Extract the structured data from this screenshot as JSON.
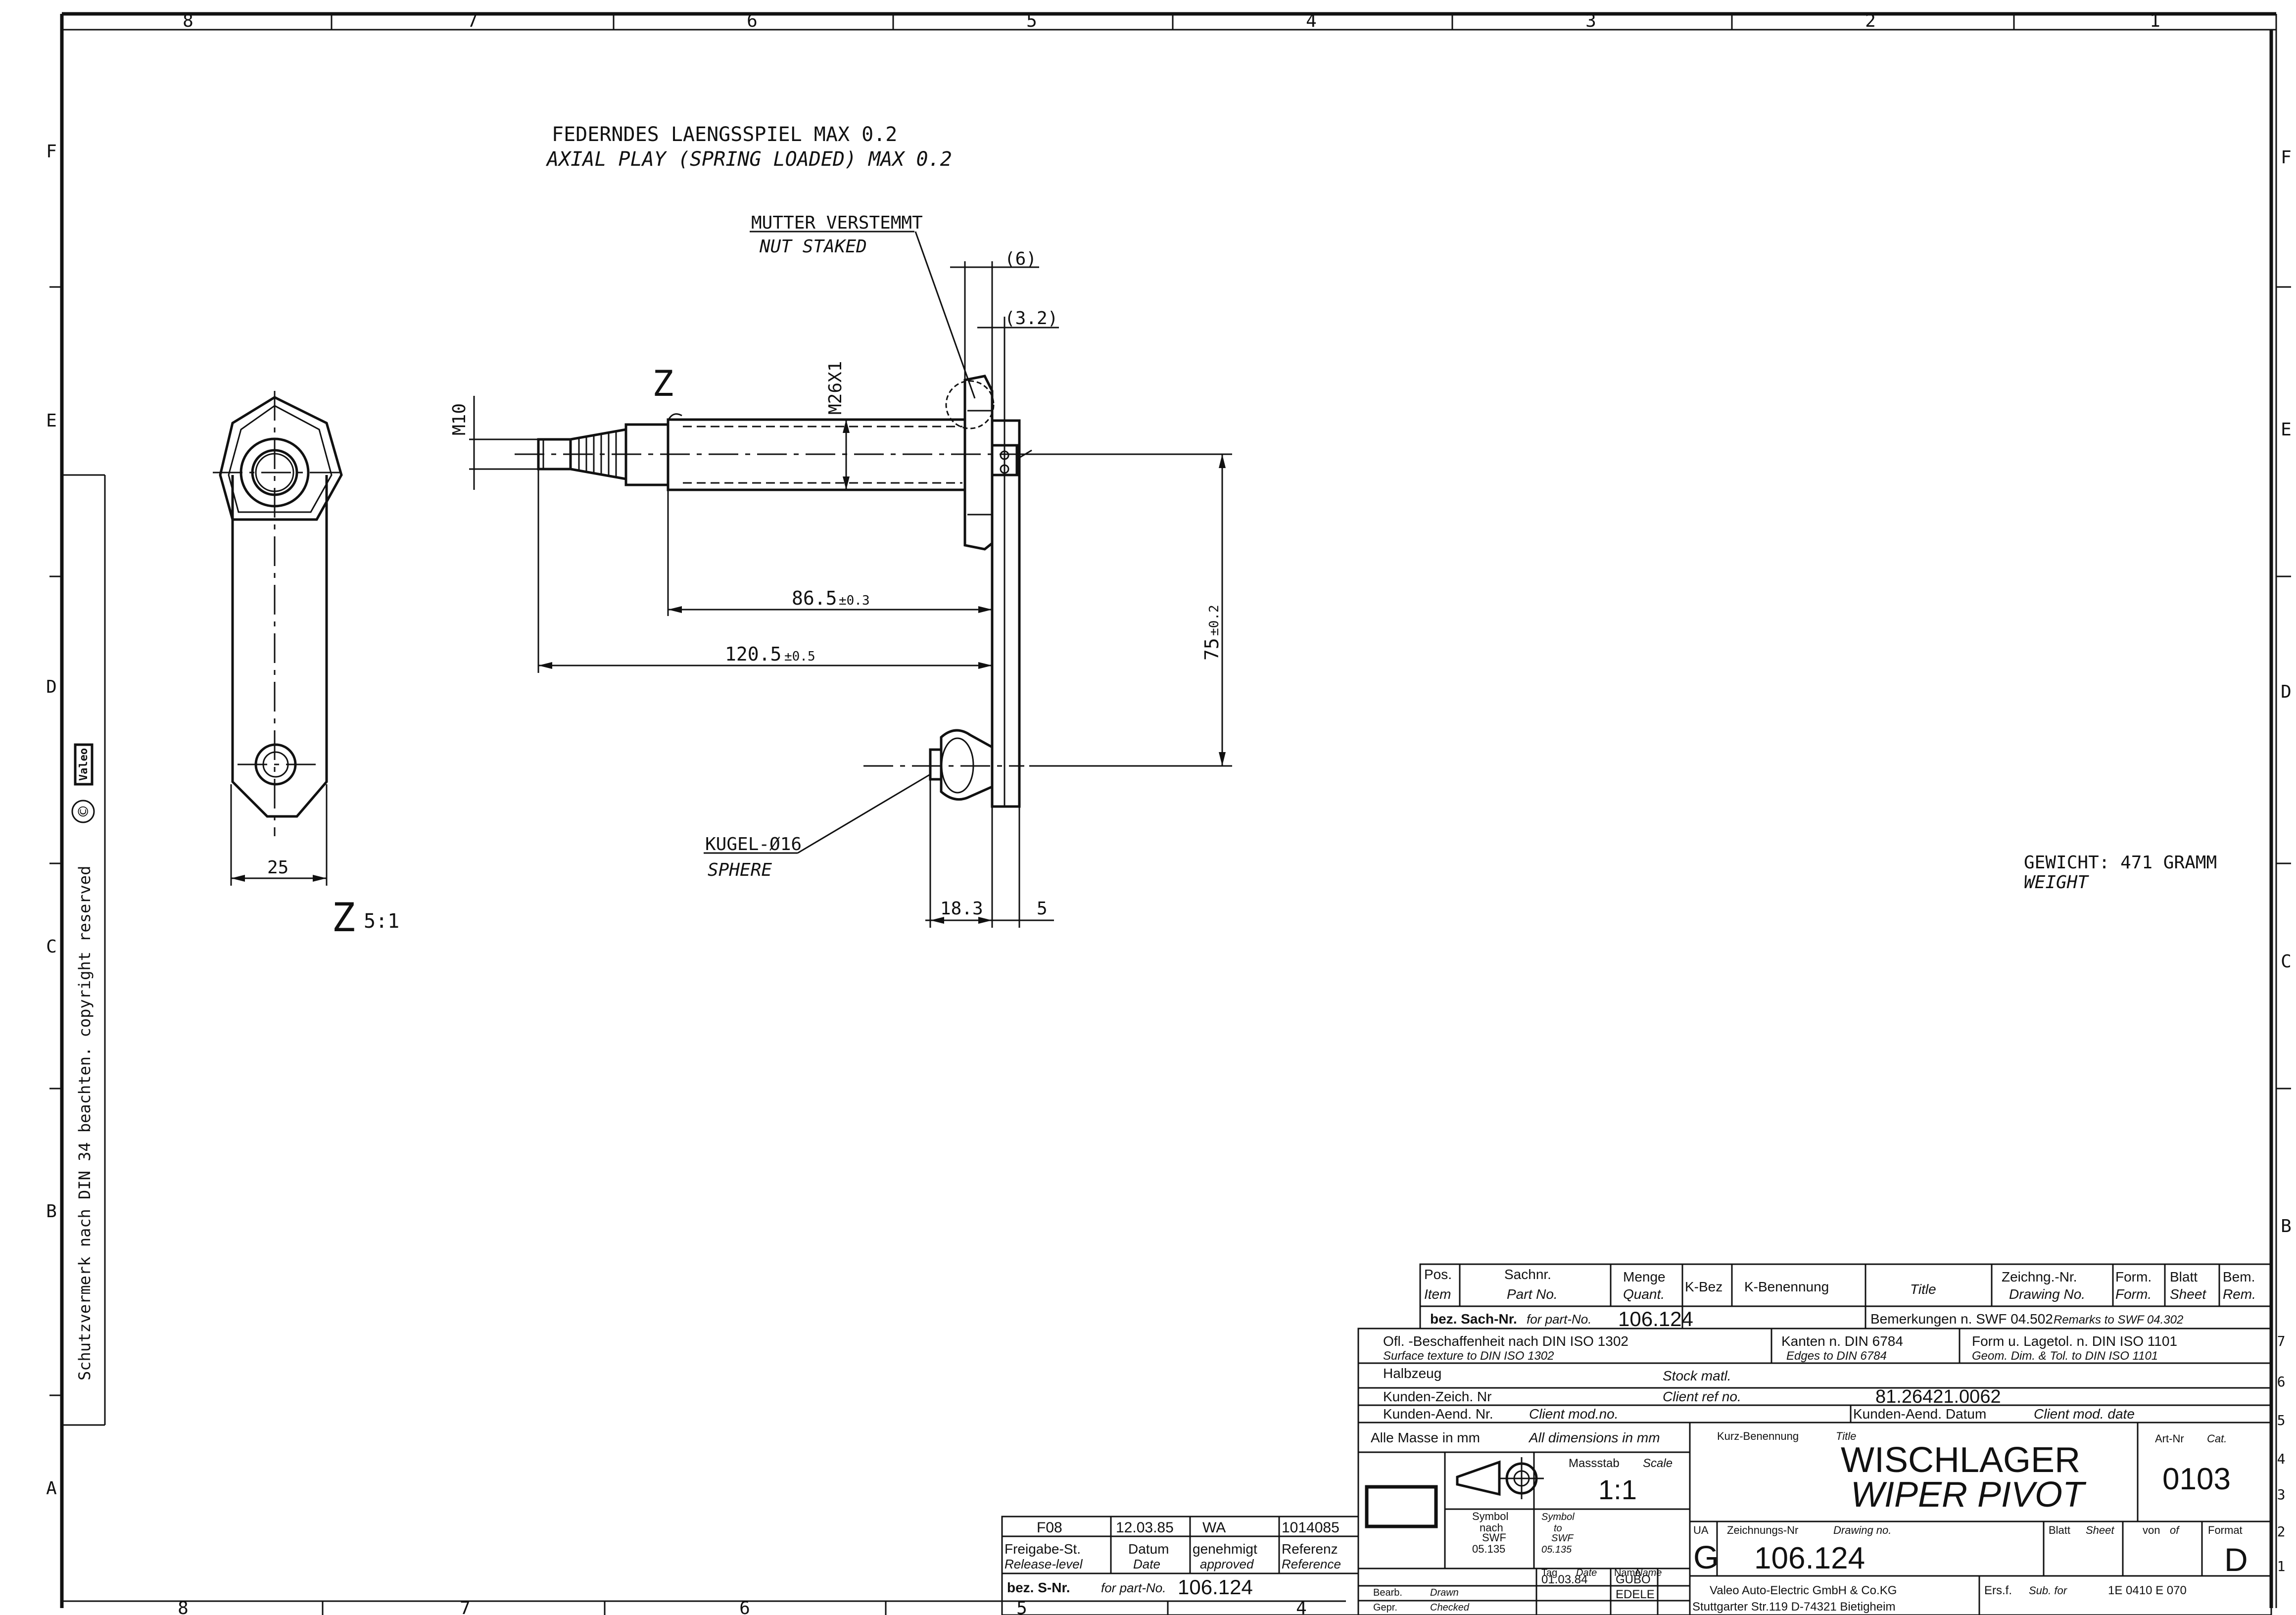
{
  "border": {
    "columns_top": [
      "8",
      "7",
      "6",
      "5",
      "4",
      "3",
      "2",
      "1"
    ],
    "columns_bottom": [
      "8",
      "7",
      "6",
      "5",
      "4"
    ],
    "rows_left": [
      "F",
      "E",
      "D",
      "C",
      "B",
      "A"
    ],
    "rows_right": [
      "F",
      "E",
      "D",
      "C",
      "B"
    ],
    "side_numbers": [
      "7",
      "6",
      "5",
      "4",
      "3",
      "2",
      "1"
    ],
    "copyright": "Schutzvermerk nach DIN 34 beachten. copyright reserved",
    "copyright_symbol": "©",
    "logo_small": "Valeo"
  },
  "notes": {
    "axial_play_de": "FEDERNDES LAENGSSPIEL MAX 0.2",
    "axial_play_en": "AXIAL PLAY (SPRING LOADED) MAX 0.2",
    "nut_de": "MUTTER VERSTEMMT",
    "nut_en": "NUT STAKED",
    "sphere_de": "KUGEL-Ø16",
    "sphere_en": "SPHERE",
    "weight_de": "GEWICHT: 471 GRAMM",
    "weight_en": "WEIGHT",
    "detail_letter": "Z",
    "detail_view": "Z",
    "detail_scale": "5:1"
  },
  "dimensions": {
    "d6": "(6)",
    "d3_2": "(3.2)",
    "m26": "M26X1",
    "m10": "M10",
    "d86": "86.5",
    "tol86": "±0.3",
    "d120": "120.5",
    "tol120": "±0.5",
    "d75": "75",
    "tol75": "±0.2",
    "d25": "25",
    "d18": "18.3",
    "d5": "5"
  },
  "title_block": {
    "parts_header": {
      "pos": "Pos.",
      "pos_en": "Item",
      "sachnr": "Sachnr.",
      "sachnr_en": "Part No.",
      "menge": "Menge",
      "menge_en": "Quant.",
      "kbez": "K-Bez",
      "kbenennung": "K-Benennung",
      "title": "Title",
      "zeichng": "Zeichng.-Nr.",
      "zeichng_en": "Drawing No.",
      "form": "Form.",
      "form_en": "Form.",
      "blatt": "Blatt",
      "blatt_en": "Sheet",
      "bem": "Bem.",
      "bem_en": "Rem."
    },
    "bez_sach": "bez. Sach-Nr.",
    "for_part": "for part-No.",
    "part_no": "106.124",
    "remarks": "Bemerkungen n. SWF 04.502",
    "remarks_en": "Remarks to SWF 04.302",
    "surface": "Ofl. -Beschaffenheit nach DIN ISO 1302",
    "surface_en": "Surface texture to DIN ISO 1302",
    "edges": "Kanten n. DIN 6784",
    "edges_en": "Edges to DIN 6784",
    "form_tol": "Form u. Lagetol. n. DIN ISO 1101",
    "form_tol_en": "Geom. Dim. & Tol. to DIN ISO 1101",
    "halbzeug": "Halbzeug",
    "stock": "Stock matl.",
    "kunden_zeich": "Kunden-Zeich. Nr",
    "client_ref": "Client ref no.",
    "client_ref_value": "81.26421.0062",
    "kunden_aend": "Kunden-Aend. Nr.",
    "client_mod": "Client mod.no.",
    "kunden_aend_datum": "Kunden-Aend. Datum",
    "client_mod_date": "Client mod. date",
    "alle_masse": "Alle Masse in mm",
    "all_dims": "All dimensions in mm",
    "massstab": "Massstab",
    "scale_en": "Scale",
    "scale": "1:1",
    "logo": "Valeo",
    "symbol": "Symbol",
    "nach": "nach",
    "swf": "SWF",
    "swf_no": "05.135",
    "symbol_en": "Symbol",
    "to": "to",
    "kurz": "Kurz-Benennung",
    "title_label": "Title",
    "title_de": "WISCHLAGER",
    "title_en": "WIPER PIVOT",
    "art_nr": "Art-Nr",
    "cat": "Cat.",
    "art_value": "0103",
    "ua": "UA",
    "ua_value": "G",
    "zeichnungs_nr": "Zeichnungs-Nr",
    "drawing_no_label": "Drawing no.",
    "drawing_no": "106.124",
    "blatt": "Blatt",
    "sheet": "Sheet",
    "von": "von",
    "of": "of",
    "format": "Format",
    "format_value": "D",
    "tag": "Tag",
    "date": "Date",
    "name": "Name",
    "name_en": "Name",
    "bearb": "Bearb.",
    "drawn": "Drawn",
    "bearb_date": "01.03.84",
    "bearb_name": "GUBO",
    "gepr": "Gepr.",
    "checked": "Checked",
    "gepr_name": "EDELE",
    "company": "Valeo Auto-Electric GmbH & Co.KG",
    "address": "Stuttgarter Str.119  D-74321 Bietigheim",
    "ers": "Ers.f.",
    "sub_for": "Sub. for",
    "ers_value": "1E 0410 E 070"
  },
  "release": {
    "level": "F08",
    "date": "12.03.85",
    "approved": "WA",
    "reference": "1014085",
    "level_label": "Freigabe-St.",
    "level_label_en": "Release-level",
    "datum": "Datum",
    "datum_en": "Date",
    "genehmigt": "genehmigt",
    "genehmigt_en": "approved",
    "referenz": "Referenz",
    "referenz_en": "Reference",
    "bez": "bez. S-Nr.",
    "for_part": "for part-No.",
    "part_no": "106.124"
  }
}
